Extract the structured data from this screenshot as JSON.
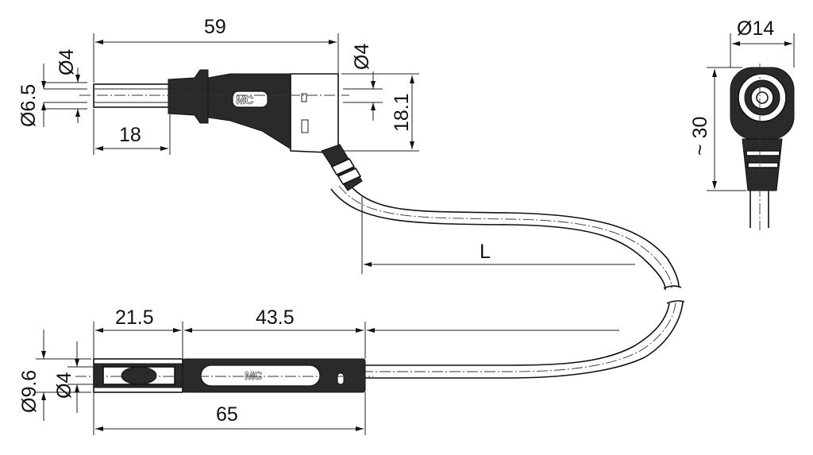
{
  "dimensions": {
    "plug_total_length": "59",
    "plug_pin_dia": "Ø4",
    "plug_shroud_dia": "Ø6.5",
    "plug_pin_length": "18",
    "plug_socket_dia": "Ø4",
    "plug_height": "18.1",
    "side_view_dia": "Ø14",
    "side_view_height": "~ 30",
    "cable_length": "L",
    "socket_shroud_length": "21.5",
    "socket_body_length": "43.5",
    "socket_outer_dia": "Ø9.6",
    "socket_inner_dia": "Ø4",
    "socket_total_length": "65"
  },
  "logos": {
    "plug_logo": "MC",
    "socket_logo": "MC"
  }
}
